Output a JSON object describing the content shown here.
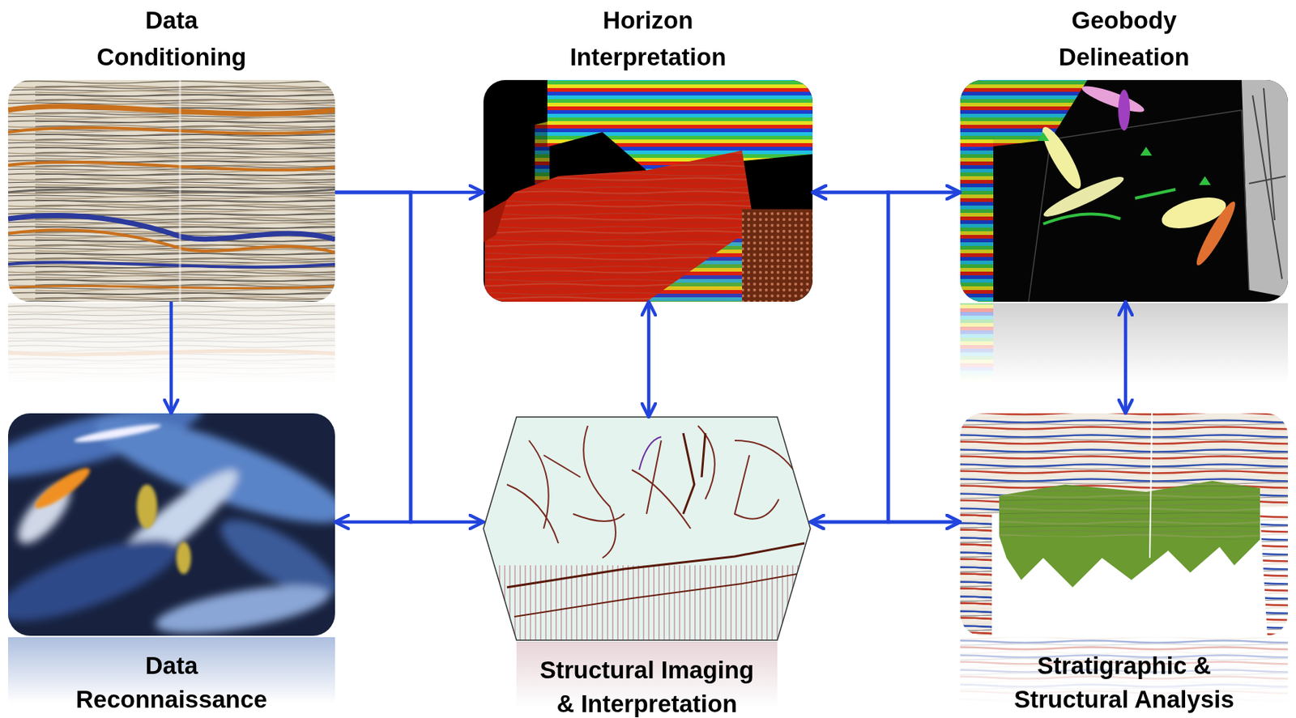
{
  "diagram": {
    "nodes": [
      {
        "text": [
          "Data Conditioning"
        ]
      },
      {
        "text": [
          "Horizon Interpretation"
        ]
      },
      {
        "text": [
          "Geobody Delineation"
        ]
      },
      {
        "text": [
          "Data Reconnaissance"
        ]
      },
      {
        "text": [
          "Structural Imaging & Interpretation"
        ]
      },
      {
        "text": [
          "Stratigraphic & Structural Analysis"
        ]
      }
    ],
    "edges": [
      {
        "from": 0,
        "to": 1,
        "arrow": "to"
      },
      {
        "from": 0,
        "to": 3,
        "arrow": "to"
      },
      {
        "from": 0,
        "to": 4,
        "arrow": "to"
      },
      {
        "from": 0,
        "to": 3,
        "arrow": "to"
      },
      {
        "from": 1,
        "to": 4,
        "arrow": "both"
      },
      {
        "from": 1,
        "to": 2,
        "arrow": "both"
      },
      {
        "from": 1,
        "to": 5,
        "arrow": "both"
      },
      {
        "from": 4,
        "to": 2,
        "arrow": "both"
      },
      {
        "from": 4,
        "to": 5,
        "arrow": "both"
      },
      {
        "from": 2,
        "to": 5,
        "arrow": "both"
      }
    ]
  }
}
